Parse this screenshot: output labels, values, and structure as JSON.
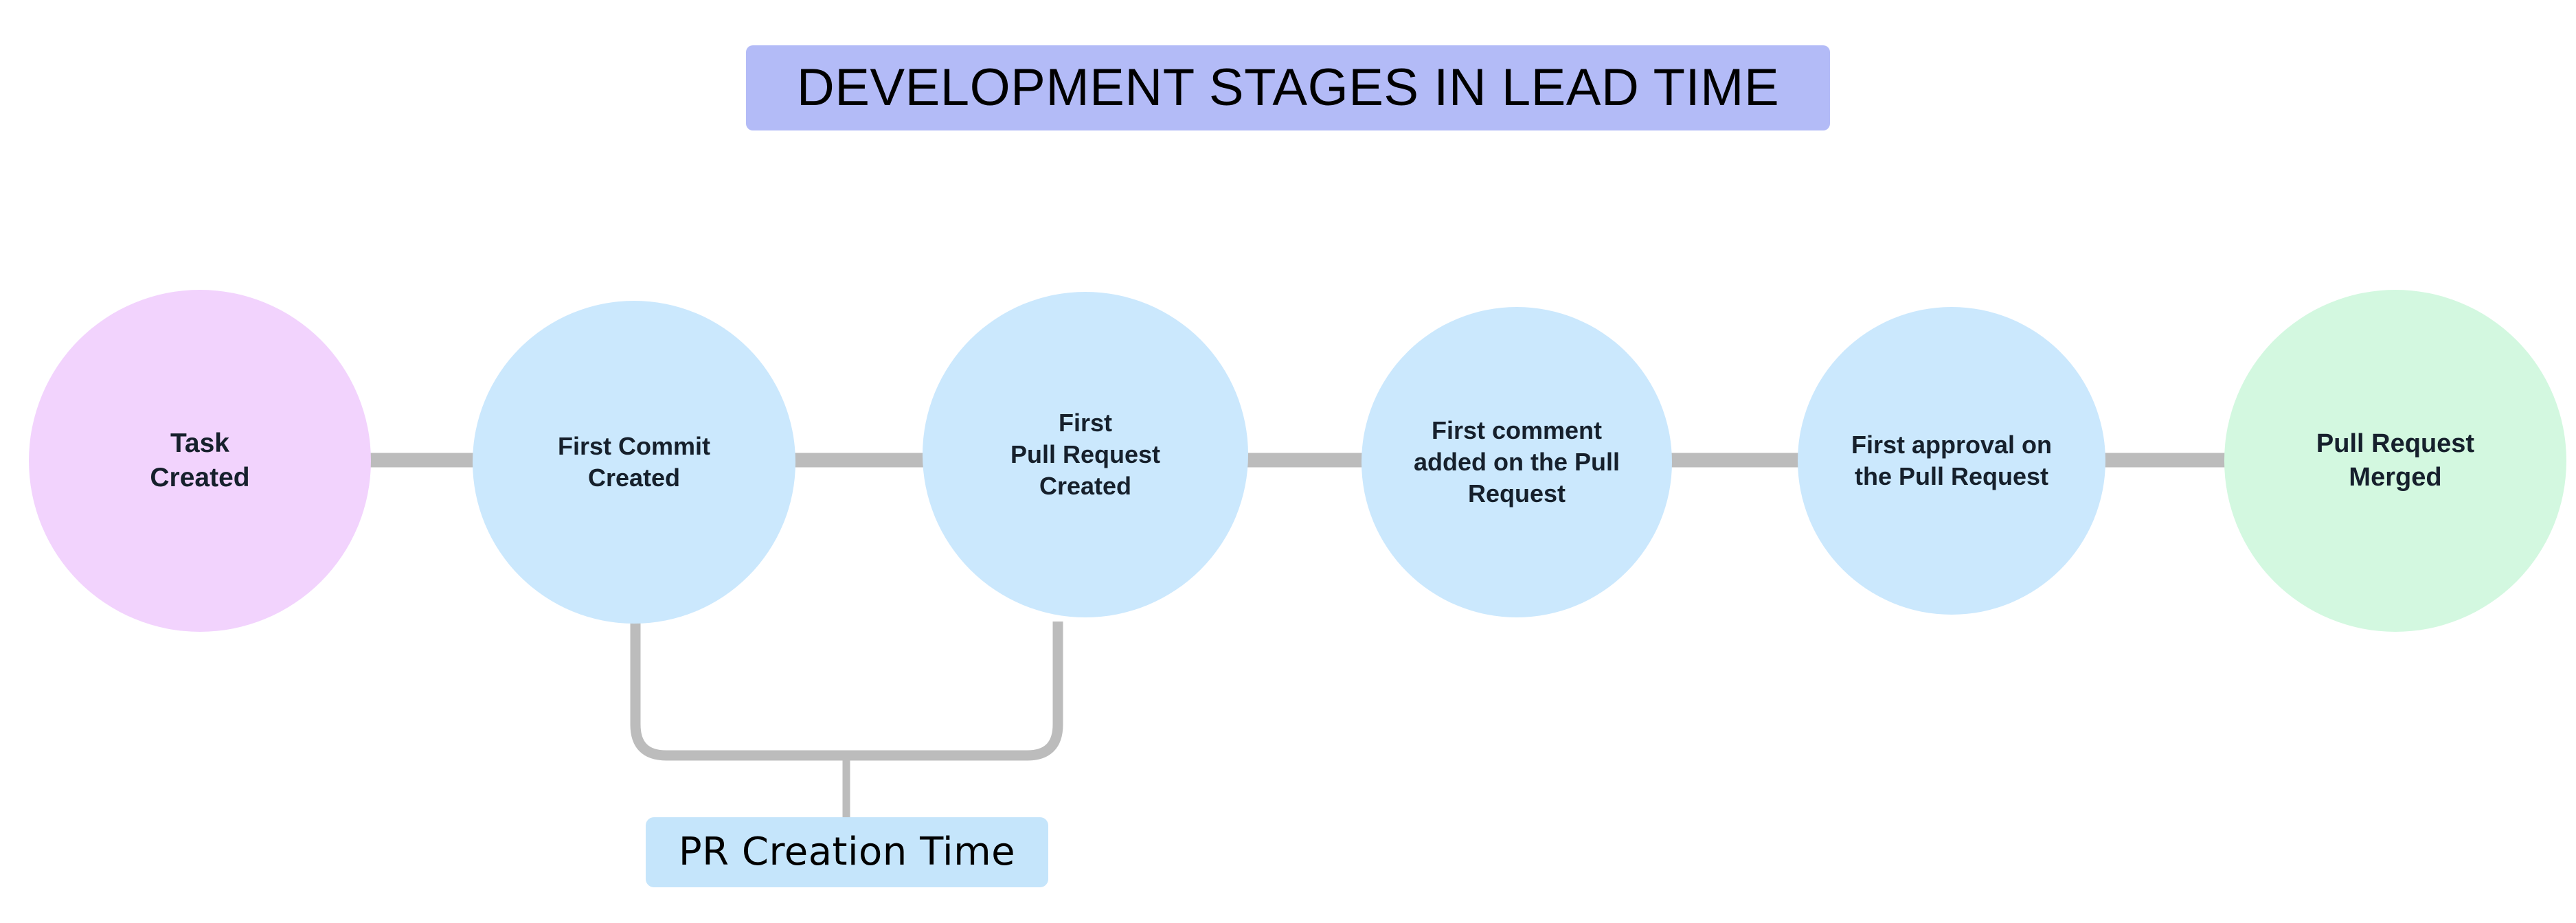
{
  "diagram": {
    "title": "DEVELOPMENT STAGES IN LEAD TIME",
    "background_color": "#ffffff",
    "title_background_color": "#b3bbf7",
    "connector_color": "#bcbcbc",
    "nodes": [
      {
        "id": "task-created",
        "label": "Task\nCreated",
        "color": "#f2d3fd",
        "color_name": "pink",
        "order": 1
      },
      {
        "id": "first-commit",
        "label": "First Commit\nCreated",
        "color": "#cbe8fd",
        "color_name": "blue",
        "order": 2
      },
      {
        "id": "first-pull-request",
        "label": "First\nPull Request\nCreated",
        "color": "#cbe8fd",
        "color_name": "blue",
        "order": 3
      },
      {
        "id": "first-comment",
        "label": "First comment\nadded on the Pull\nRequest",
        "color": "#cbe8fd",
        "color_name": "blue",
        "order": 4
      },
      {
        "id": "first-approval",
        "label": "First approval on\nthe Pull Request",
        "color": "#cbe8fd",
        "color_name": "blue",
        "order": 5
      },
      {
        "id": "pull-request-merged",
        "label": "Pull Request\nMerged",
        "color": "#d3f8e0",
        "color_name": "green",
        "order": 6
      }
    ],
    "annotations": [
      {
        "id": "pr-creation-time",
        "label": "PR Creation Time",
        "color": "#c5e5fb",
        "spans_from": "first-commit",
        "spans_to": "first-pull-request"
      }
    ]
  }
}
